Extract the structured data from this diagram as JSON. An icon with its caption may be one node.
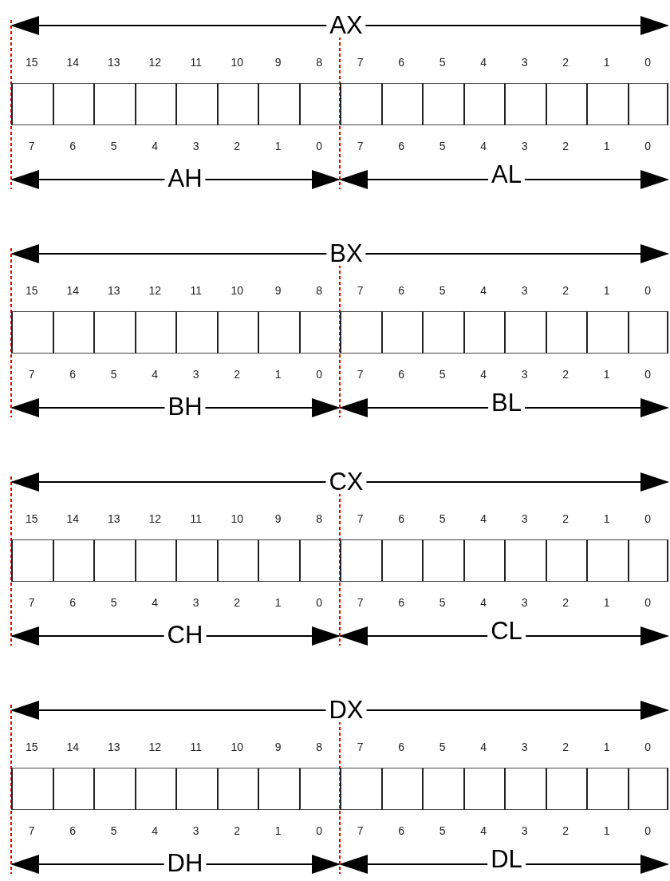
{
  "diagram": {
    "labels": [
      "AX",
      "15",
      "14",
      "13",
      "12",
      "11",
      "10",
      "9",
      "8",
      "7",
      "6",
      "5",
      "4",
      "3",
      "2",
      "1",
      "0",
      "7",
      "6",
      "5",
      "4",
      "3",
      "2",
      "1",
      "0",
      "7",
      "6",
      "5",
      "4",
      "3",
      "2",
      "1",
      "0",
      "AH",
      "AL",
      "BX",
      "15",
      "14",
      "13",
      "12",
      "11",
      "10",
      "9",
      "8",
      "7",
      "6",
      "5",
      "4",
      "3",
      "2",
      "1",
      "0",
      "7",
      "6",
      "5",
      "4",
      "3",
      "2",
      "1",
      "0",
      "7",
      "6",
      "5",
      "4",
      "3",
      "2",
      "1",
      "0",
      "BH",
      "BL",
      "CX",
      "15",
      "14",
      "13",
      "12",
      "11",
      "10",
      "9",
      "8",
      "7",
      "6",
      "5",
      "4",
      "3",
      "2",
      "1",
      "0",
      "7",
      "6",
      "5",
      "4",
      "3",
      "2",
      "1",
      "0",
      "7",
      "6",
      "5",
      "4",
      "3",
      "2",
      "1",
      "0",
      "CH",
      "CL",
      "DX",
      "15",
      "14",
      "13",
      "12",
      "11",
      "10",
      "9",
      "8",
      "7",
      "6",
      "5",
      "4",
      "3",
      "2",
      "1",
      "0",
      "7",
      "6",
      "5",
      "4",
      "3",
      "2",
      "1",
      "0",
      "7",
      "6",
      "5",
      "4",
      "3",
      "2",
      "1",
      "0",
      "DH",
      "DL"
    ]
  }
}
